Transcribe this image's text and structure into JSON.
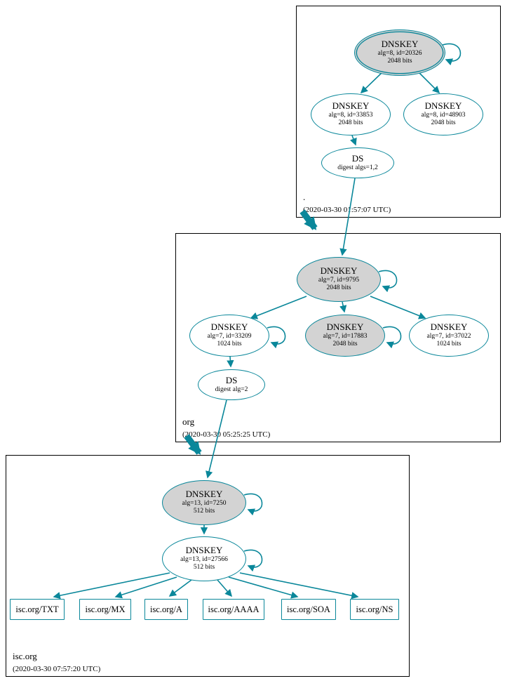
{
  "colors": {
    "edge": "#0a879a",
    "ksk_fill": "#d3d3d3",
    "node_fill": "#ffffff",
    "box_border": "#000000"
  },
  "zones": [
    {
      "name": ".",
      "timestamp": "(2020-03-30 01:57:07 UTC)"
    },
    {
      "name": "org",
      "timestamp": "(2020-03-30 05:25:25 UTC)"
    },
    {
      "name": "isc.org",
      "timestamp": "(2020-03-30 07:57:20 UTC)"
    }
  ],
  "nodes": {
    "root_ksk": {
      "title": "DNSKEY",
      "detail": "alg=8, id=20326",
      "size": "2048 bits"
    },
    "root_zsk1": {
      "title": "DNSKEY",
      "detail": "alg=8, id=33853",
      "size": "2048 bits"
    },
    "root_zsk2": {
      "title": "DNSKEY",
      "detail": "alg=8, id=48903",
      "size": "2048 bits"
    },
    "root_ds": {
      "title": "DS",
      "detail": "digest algs=1,2"
    },
    "org_ksk": {
      "title": "DNSKEY",
      "detail": "alg=7, id=9795",
      "size": "2048 bits"
    },
    "org_zsk1": {
      "title": "DNSKEY",
      "detail": "alg=7, id=33209",
      "size": "1024 bits"
    },
    "org_zsk2": {
      "title": "DNSKEY",
      "detail": "alg=7, id=17883",
      "size": "2048 bits"
    },
    "org_zsk3": {
      "title": "DNSKEY",
      "detail": "alg=7, id=37022",
      "size": "1024 bits"
    },
    "org_ds": {
      "title": "DS",
      "detail": "digest alg=2"
    },
    "isc_ksk": {
      "title": "DNSKEY",
      "detail": "alg=13, id=7250",
      "size": "512 bits"
    },
    "isc_zsk": {
      "title": "DNSKEY",
      "detail": "alg=13, id=27566",
      "size": "512 bits"
    },
    "rrsets": [
      "isc.org/TXT",
      "isc.org/MX",
      "isc.org/A",
      "isc.org/AAAA",
      "isc.org/SOA",
      "isc.org/NS"
    ]
  },
  "graph": {
    "edges": [
      "DNSKEY 20326 -> DNSKEY 20326 (self)",
      "DNSKEY 20326 -> DNSKEY 33853",
      "DNSKEY 20326 -> DNSKEY 48903",
      "DNSKEY 33853 -> DS digest algs=1,2",
      "DS digest algs=1,2 -> DNSKEY 9795",
      ". zone -> org zone (delegation)",
      "DNSKEY 9795 -> DNSKEY 9795 (self)",
      "DNSKEY 9795 -> DNSKEY 33209",
      "DNSKEY 9795 -> DNSKEY 17883",
      "DNSKEY 9795 -> DNSKEY 37022",
      "DNSKEY 33209 -> DNSKEY 33209 (self)",
      "DNSKEY 17883 -> DNSKEY 17883 (self)",
      "DNSKEY 33209 -> DS digest alg=2",
      "DS digest alg=2 -> DNSKEY 7250",
      "org zone -> isc.org zone (delegation)",
      "DNSKEY 7250 -> DNSKEY 7250 (self)",
      "DNSKEY 7250 -> DNSKEY 27566",
      "DNSKEY 27566 -> DNSKEY 27566 (self)",
      "DNSKEY 27566 -> isc.org/TXT",
      "DNSKEY 27566 -> isc.org/MX",
      "DNSKEY 27566 -> isc.org/A",
      "DNSKEY 27566 -> isc.org/AAAA",
      "DNSKEY 27566 -> isc.org/SOA",
      "DNSKEY 27566 -> isc.org/NS"
    ]
  }
}
